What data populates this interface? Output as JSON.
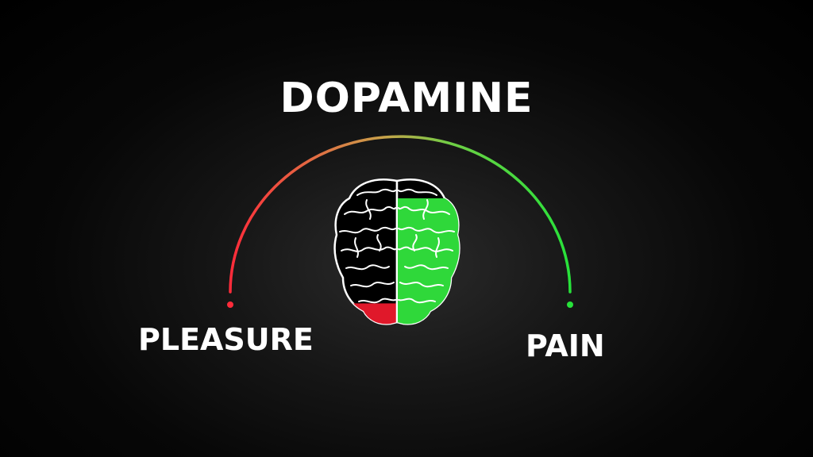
{
  "title": "DOPAMINE",
  "scale": {
    "left_label": "PLEASURE",
    "right_label": "PAIN",
    "left_color": "#ff2b3a",
    "right_color": "#27e23a",
    "mid_color": "#c9a24a"
  },
  "brain": {
    "left_hemisphere_color": "#000000",
    "right_hemisphere_color": "#2fd83a",
    "red_fill_color": "#e0182a",
    "outline_color": "#ffffff",
    "left_red_fill_level": 0.15,
    "right_green_fill_level": 0.87
  },
  "background_color": "#000000"
}
